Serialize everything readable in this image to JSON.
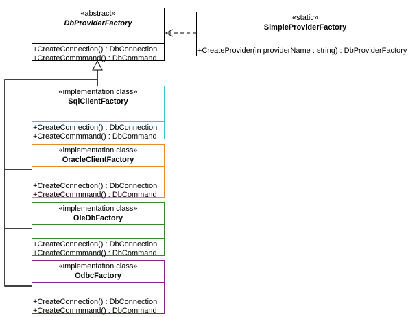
{
  "colors": {
    "line": "#000000",
    "sqlclient": "#3fc3cb",
    "oracle": "#e48d2c",
    "oledb": "#3a8a2c",
    "odbc": "#8a1f8f"
  },
  "classes": {
    "dbproviderfactory": {
      "stereotype": "«abstract»",
      "name": "DbProviderFactory",
      "ops": [
        "+CreateConnection() : DbConnection",
        "+CreateCommmand() : DbCommand"
      ]
    },
    "simpleproviderfactory": {
      "stereotype": "«static»",
      "name": "SimpleProviderFactory",
      "ops": [
        "+CreateProvider(in providerName : string) : DbProviderFactory"
      ]
    },
    "sqlclientfactory": {
      "stereotype": "«implementation class»",
      "name": "SqlClientFactory",
      "ops": [
        "+CreateConnection() : DbConnection",
        "+CreateCommmand() : DbCommand"
      ]
    },
    "oracleclientfactory": {
      "stereotype": "«implementation class»",
      "name": "OracleClientFactory",
      "ops": [
        "+CreateConnection() : DbConnection",
        "+CreateCommmand() : DbCommand"
      ]
    },
    "oledbfactory": {
      "stereotype": "«implementation class»",
      "name": "OleDbFactory",
      "ops": [
        "+CreateConnection() : DbConnection",
        "+CreateCommmand() : DbCommand"
      ]
    },
    "odbcfactory": {
      "stereotype": "«implementation class»",
      "name": "OdbcFactory",
      "ops": [
        "+CreateConnection() : DbConnection",
        "+CreateCommmand() : DbCommand"
      ]
    }
  }
}
